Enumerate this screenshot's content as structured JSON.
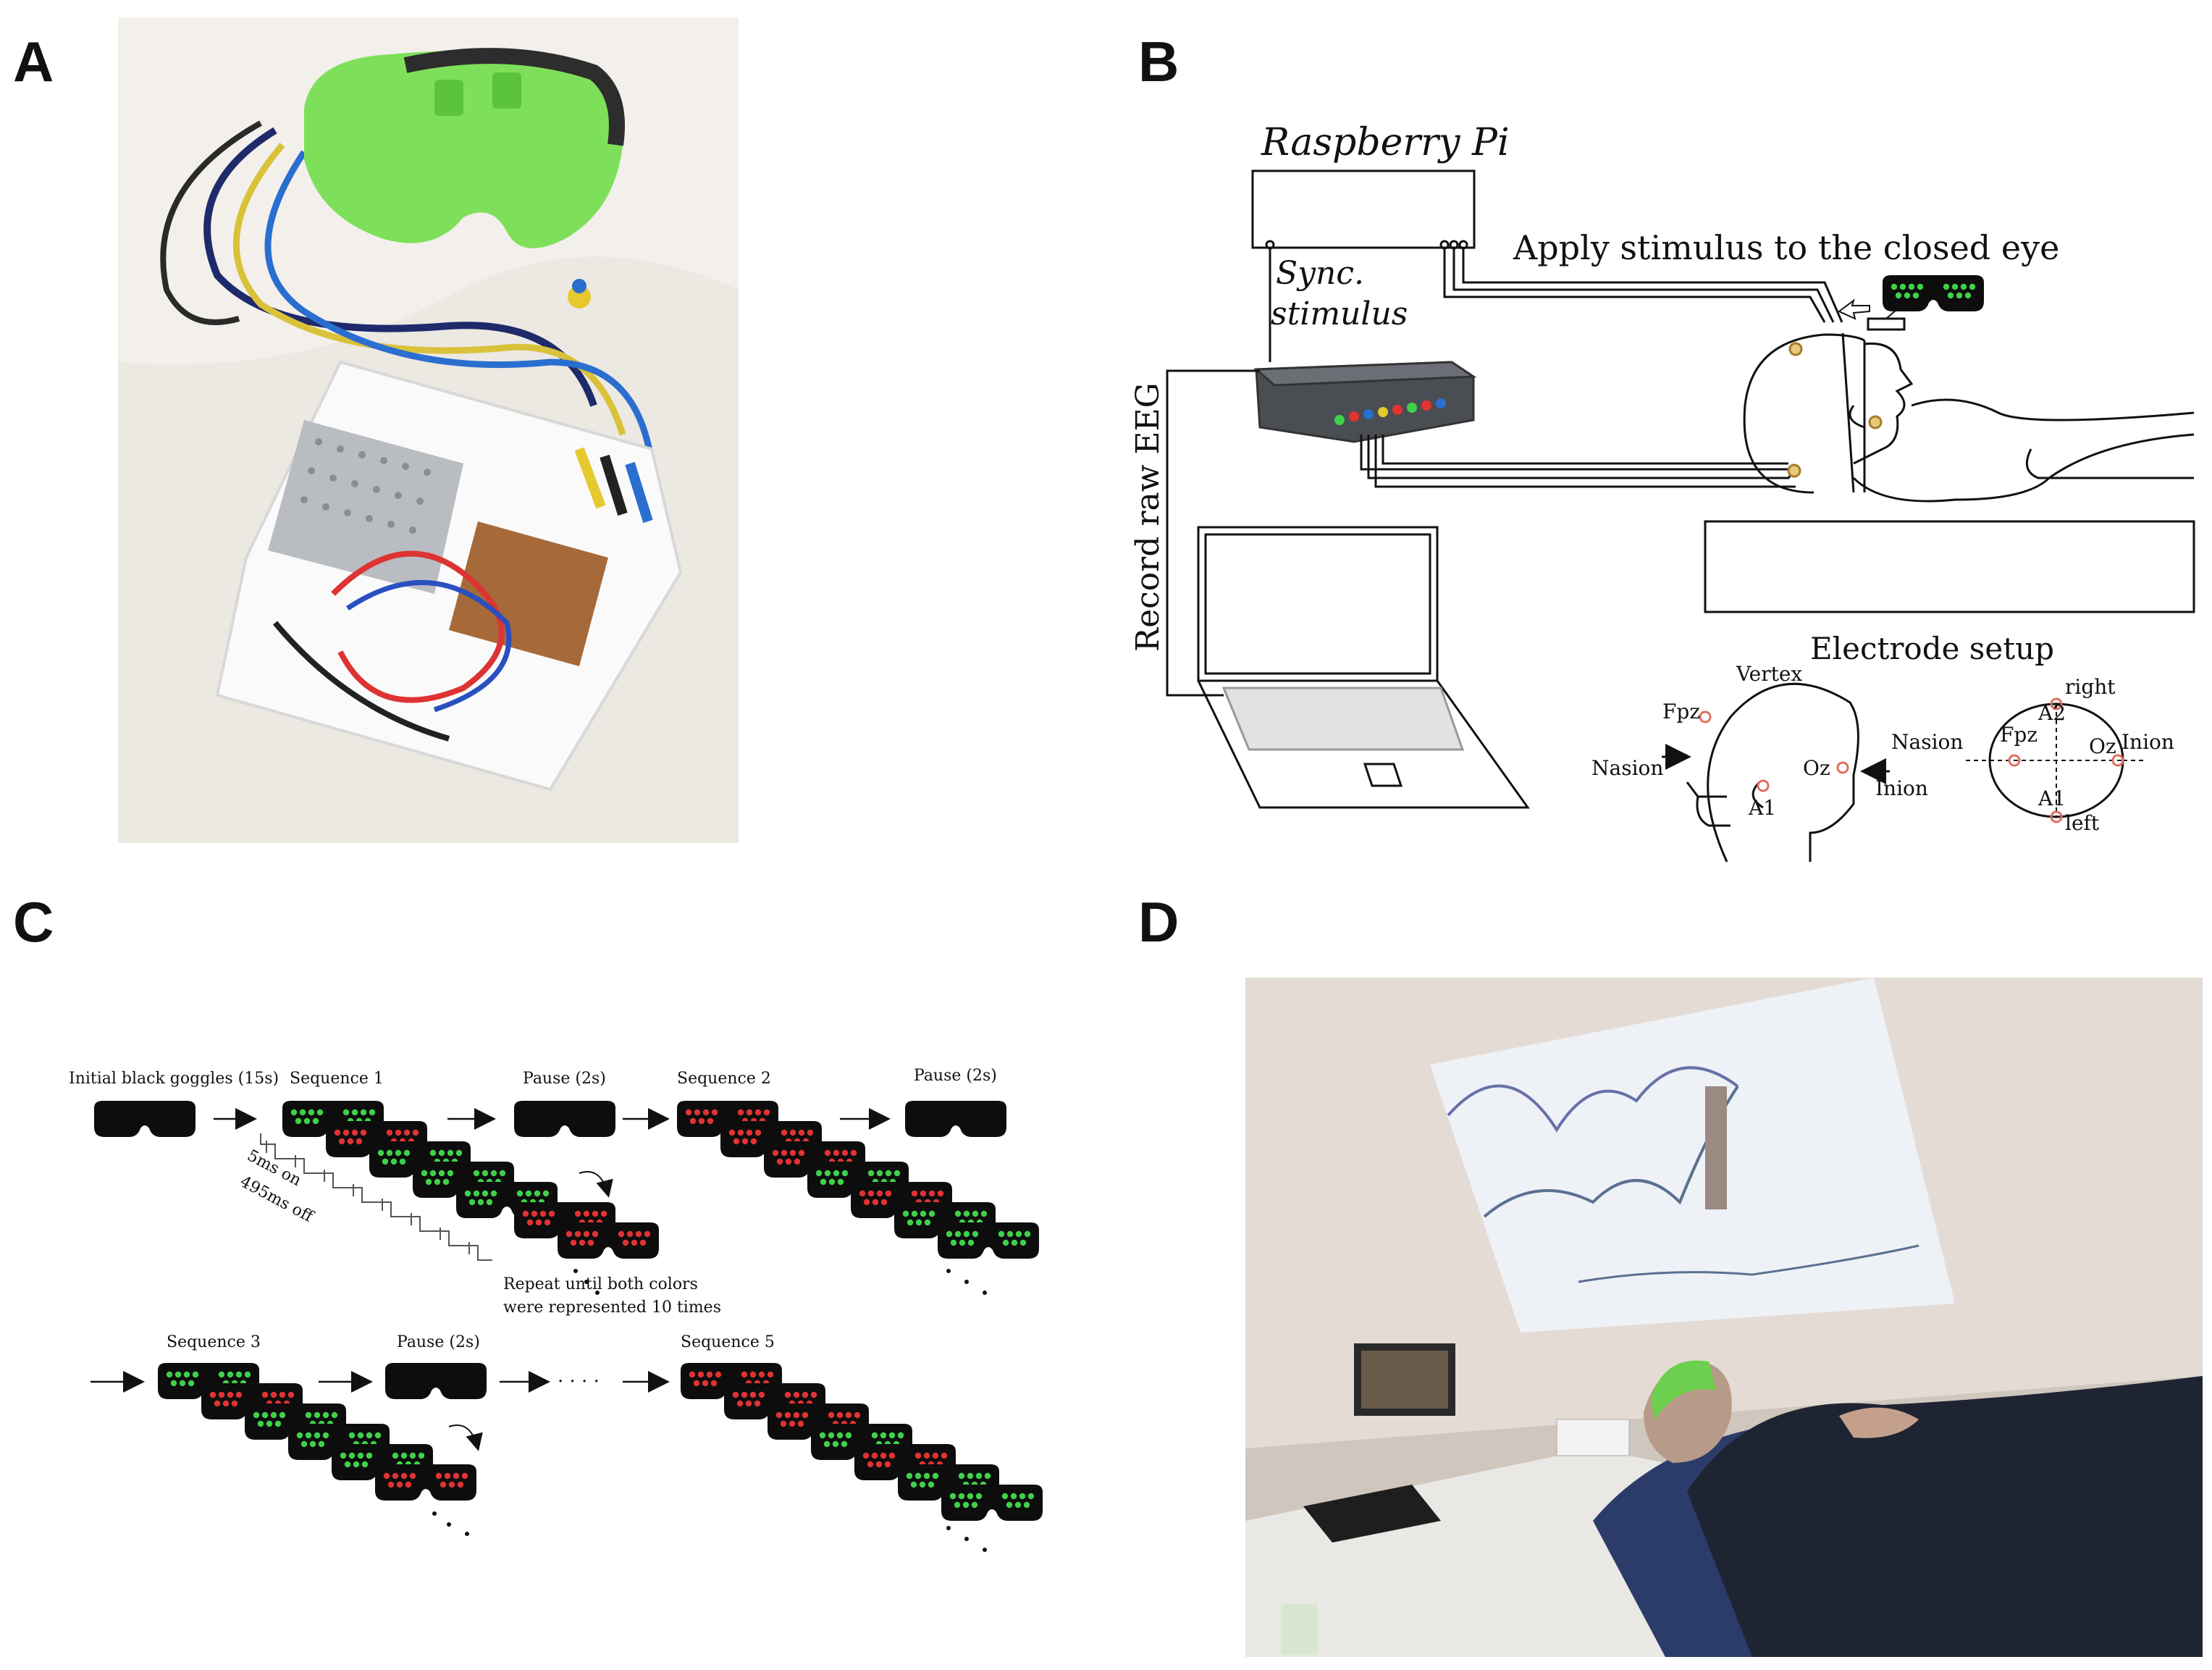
{
  "panels": {
    "a": {
      "letter": "A"
    },
    "b": {
      "letter": "B",
      "raspberry_pi": "Raspberry Pi",
      "sync_line1": "Sync.",
      "sync_line2": "stimulus",
      "apply_stimulus": "Apply stimulus to the closed eye",
      "record_eeg": "Record raw EEG",
      "electrode_setup": "Electrode setup",
      "side": {
        "vertex": "Vertex",
        "fpz": "Fpz",
        "nasion": "Nasion",
        "a1": "A1",
        "oz": "Oz",
        "inion": "Inion"
      },
      "top": {
        "right": "right",
        "a2": "A2",
        "nasion": "Nasion",
        "fpz": "Fpz",
        "oz": "Oz",
        "inion": "Inion",
        "a1": "A1",
        "left": "left"
      }
    },
    "c": {
      "letter": "C",
      "initial": "Initial black goggles (15s)",
      "seq1": "Sequence 1",
      "pause1": "Pause (2s)",
      "seq2": "Sequence 2",
      "pause2": "Pause (2s)",
      "timing_on": "5ms on",
      "timing_off": "495ms off",
      "repeat_line1": "Repeat until both colors",
      "repeat_line2": "were represented 10 times",
      "seq3": "Sequence 3",
      "pause3": "Pause (2s)",
      "seq5": "Sequence 5",
      "ellipsis": "· · · ·"
    },
    "d": {
      "letter": "D"
    }
  },
  "colors": {
    "green_led": "#3fd14a",
    "red_led": "#e23232",
    "goggle": "#0d0d0d",
    "device_green": "#7ee05a"
  }
}
